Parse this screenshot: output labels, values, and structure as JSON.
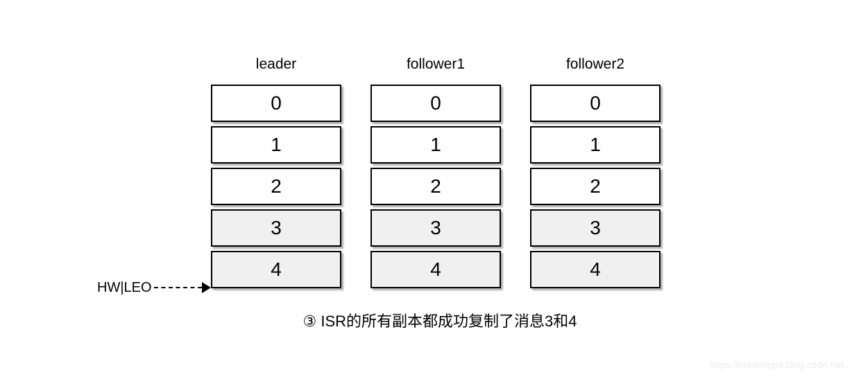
{
  "diagram": {
    "columns": [
      {
        "id": "leader",
        "label": "leader",
        "cells": [
          {
            "value": "0",
            "replicated": false
          },
          {
            "value": "1",
            "replicated": false
          },
          {
            "value": "2",
            "replicated": false
          },
          {
            "value": "3",
            "replicated": true
          },
          {
            "value": "4",
            "replicated": true
          }
        ]
      },
      {
        "id": "follower1",
        "label": "follower1",
        "cells": [
          {
            "value": "0",
            "replicated": false
          },
          {
            "value": "1",
            "replicated": false
          },
          {
            "value": "2",
            "replicated": false
          },
          {
            "value": "3",
            "replicated": true
          },
          {
            "value": "4",
            "replicated": true
          }
        ]
      },
      {
        "id": "follower2",
        "label": "follower2",
        "cells": [
          {
            "value": "0",
            "replicated": false
          },
          {
            "value": "1",
            "replicated": false
          },
          {
            "value": "2",
            "replicated": false
          },
          {
            "value": "3",
            "replicated": true
          },
          {
            "value": "4",
            "replicated": true
          }
        ]
      }
    ],
    "pointer": {
      "label": "HW|LEO"
    },
    "caption": "③ ISR的所有副本都成功复制了消息3和4",
    "watermark": "https://hiddenpps.blog.csdn.net",
    "colors": {
      "cell_fill": "#ffffff",
      "replicated_fill": "#f0f0f0",
      "border": "#000000",
      "watermark": "#ececec"
    }
  }
}
